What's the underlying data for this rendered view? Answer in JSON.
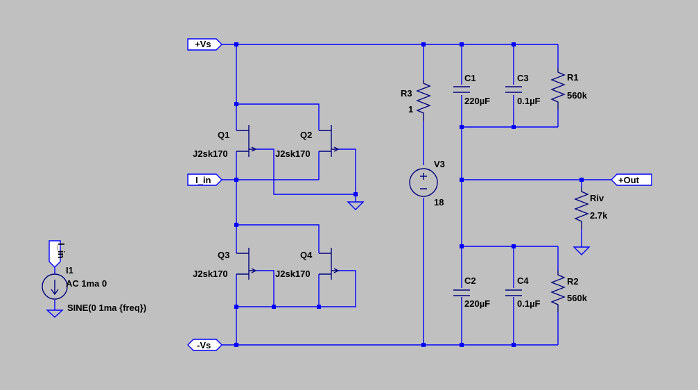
{
  "ports": {
    "vs_pos": "+Vs",
    "vs_neg": "-Vs",
    "iin": "I_in",
    "out": "+Out",
    "iin_src": "I_in"
  },
  "components": {
    "q1": {
      "name": "Q1",
      "value": "J2sk170"
    },
    "q2": {
      "name": "Q2",
      "value": "J2sk170"
    },
    "q3": {
      "name": "Q3",
      "value": "J2sk170"
    },
    "q4": {
      "name": "Q4",
      "value": "J2sk170"
    },
    "r3": {
      "name": "R3",
      "value": "1"
    },
    "v3": {
      "name": "V3",
      "value": "18"
    },
    "c1": {
      "name": "C1",
      "value": "220µF"
    },
    "c3": {
      "name": "C3",
      "value": "0.1µF"
    },
    "r1": {
      "name": "R1",
      "value": "560k"
    },
    "riv": {
      "name": "Riv",
      "value": "2.7k"
    },
    "c2": {
      "name": "C2",
      "value": "220µF"
    },
    "c4": {
      "name": "C4",
      "value": "0.1µF"
    },
    "r2": {
      "name": "R2",
      "value": "560k"
    },
    "i1": {
      "name": "I1",
      "value": "AC 1ma 0",
      "value2": "SINE(0 1ma {freq})"
    }
  },
  "colors": {
    "background": "#c0c0c0",
    "wire": "#0000ff",
    "symbol": "#000080",
    "text": "#000000"
  }
}
